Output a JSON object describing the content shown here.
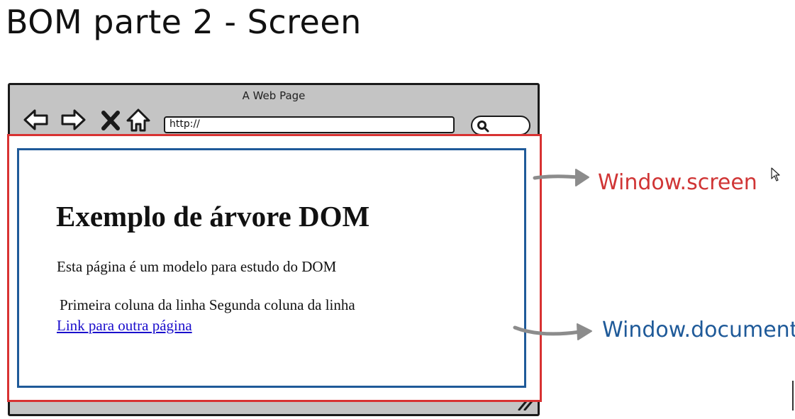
{
  "slide": {
    "title": "BOM parte 2 - Screen"
  },
  "browser": {
    "window_title": "A Web Page",
    "address_value": "http://",
    "icons": {
      "back": "back-arrow-icon",
      "forward": "forward-arrow-icon",
      "stop": "close-icon",
      "home": "home-icon",
      "search": "search-icon",
      "resize": "resize-grip-icon"
    }
  },
  "document": {
    "heading": "Exemplo de árvore DOM",
    "paragraph": "Esta página é um modelo para estudo do DOM",
    "table_cells": [
      "Primeira coluna da linha",
      "Segunda coluna da linha"
    ],
    "link_text": "Link para outra página"
  },
  "annotations": {
    "screen_label": "Window.screen",
    "document_label": "Window.document"
  },
  "colors": {
    "screen_frame": "#d83232",
    "document_frame": "#1f5a99",
    "arrow": "#8c8c8c",
    "link": "#1a0dcc"
  }
}
